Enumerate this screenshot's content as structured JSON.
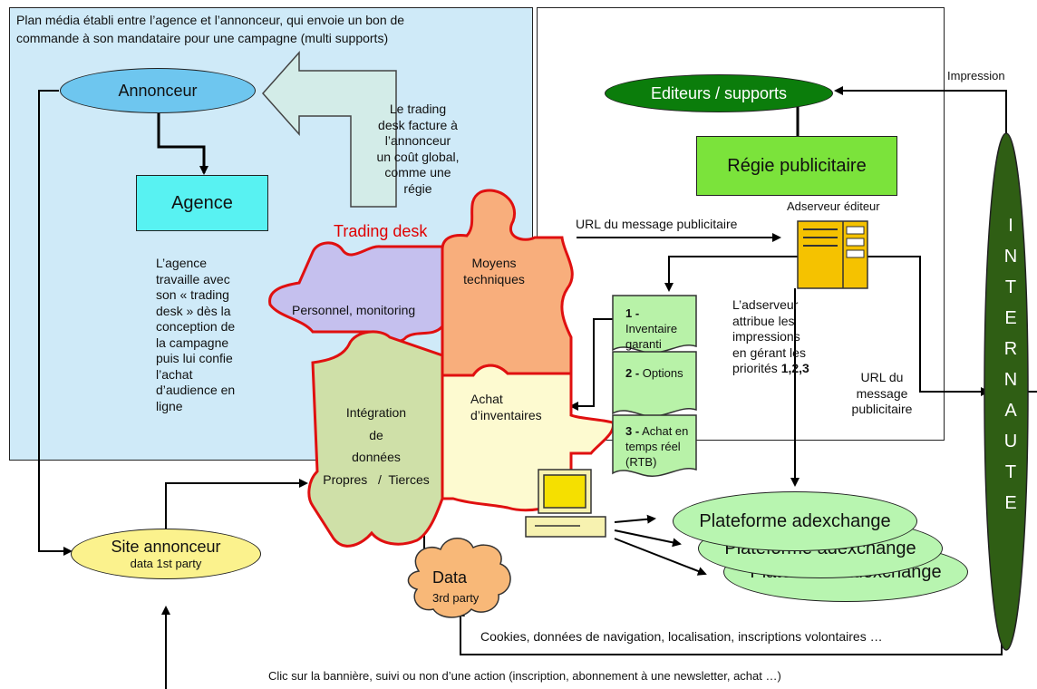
{
  "colors": {
    "left_panel_bg": "#cfeaf8",
    "annonceur_fill": "#6ec6ef",
    "agence_fill": "#58f2f2",
    "editeurs_fill": "#0b7d0b",
    "regie_fill": "#7be33b",
    "internaute_fill": "#2f5e14",
    "adserveur_fill": "#f5c200",
    "inventory_fill": "#b8f2a8",
    "adexchange_fill": "#b8f5b0",
    "site_fill": "#fbf28d",
    "data_cloud_fill": "#f8b878",
    "trading_desk_title": "#e00000",
    "puzzle_lavender": "#c5c0ee",
    "puzzle_orange": "#f8ae7c",
    "puzzle_green": "#cfe0a8",
    "puzzle_yellow": "#fdfad0",
    "puzzle_border": "#e01010"
  },
  "left_panel": {
    "header_line1": "Plan média établi entre l’agence et l’annonceur, qui envoie un bon de",
    "header_line2": "commande à son mandataire pour une campagne (multi supports)",
    "annonceur": "Annonceur",
    "agence": "Agence",
    "trading_desk_note": [
      "Le trading",
      "desk facture à",
      "l’annonceur",
      "un coût global,",
      "comme une",
      "régie"
    ],
    "agence_note": [
      "L’agence",
      "travaille avec",
      "son « trading",
      "desk » dès la",
      "conception de",
      "la campagne",
      "puis lui confie",
      "l’achat",
      "d’audience en",
      "ligne"
    ]
  },
  "right_panel": {
    "impression": "Impression",
    "editeurs": "Editeurs / supports",
    "regie": "Régie publicitaire",
    "adserveur_label": "Adserveur éditeur",
    "url_message": "URL du message publicitaire",
    "adserveur_note": [
      "L’adserveur",
      "attribue les",
      "impressions",
      "en gérant les",
      "priorités "
    ],
    "adserveur_note_bold": "1,2,3",
    "url_right": [
      "URL du",
      "message",
      "publicitaire"
    ],
    "inventory": [
      {
        "num": "1 -",
        "text": [
          "Inventaire",
          "garanti"
        ]
      },
      {
        "num": "2 -",
        "text": [
          "Options"
        ]
      },
      {
        "num": "3 -",
        "text": [
          "Achat en",
          "temps réel",
          "(RTB)"
        ]
      }
    ]
  },
  "trading_desk": {
    "title": "Trading desk",
    "personnel": "Personnel, monitoring",
    "moyens": [
      "Moyens",
      "techniques"
    ],
    "integration": [
      "Intégration",
      "de",
      "données",
      "Propres   /  Tierces"
    ],
    "achat": [
      "Achat",
      "d’inventaires"
    ]
  },
  "internaute_letters": [
    "I",
    "N",
    "T",
    "E",
    "R",
    "N",
    "A",
    "U",
    "T",
    "E"
  ],
  "adexchange": [
    "Plateforme adexchange",
    "Plateforme adexchange",
    "Plateforme adexchange"
  ],
  "site_annonceur": {
    "title": "Site annonceur",
    "sub": "data 1st party"
  },
  "data_cloud": {
    "title": "Data",
    "sub": "3rd party"
  },
  "cookies_text": "Cookies, données de navigation, localisation, inscriptions volontaires …",
  "clic_text": "Clic sur la bannière, suivi ou non d’une action (inscription, abonnement à une newsletter, achat …)"
}
